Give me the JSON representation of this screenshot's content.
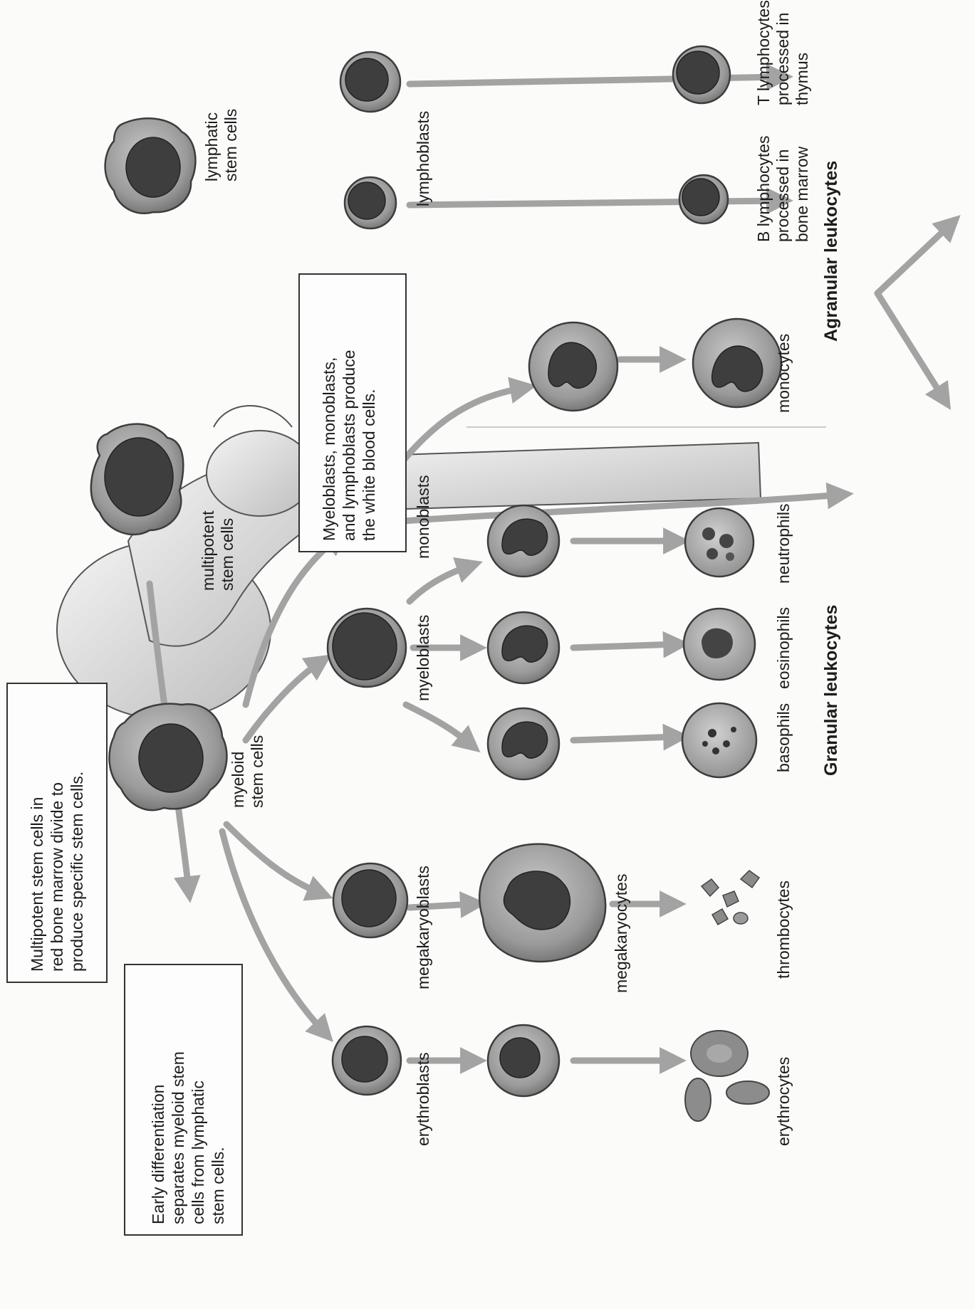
{
  "callouts": {
    "multipotent_note": [
      "Multipotent stem cells in",
      "red bone marrow divide to",
      "produce specific stem cells."
    ],
    "early_diff_note": [
      "Early differentiation",
      "separates myeloid stem",
      "cells from lymphatic",
      "stem cells."
    ],
    "wbc_note": [
      "Myeloblasts, monoblasts,",
      "and lymphoblasts produce",
      "the white blood cells."
    ]
  },
  "labels": {
    "multipotent": [
      "multipotent",
      "stem cells"
    ],
    "lymphatic": [
      "lymphatic",
      "stem cells"
    ],
    "myeloid": [
      "myeloid",
      "stem cells"
    ],
    "lymphoblasts": "lymphoblasts",
    "monoblasts": "monoblasts",
    "myeloblasts": "myeloblasts",
    "megakaryoblasts": "megakaryoblasts",
    "erythroblasts": "erythroblasts",
    "megakaryocytes": "megakaryocytes",
    "t_lymphocytes": [
      "T lymphocytes",
      "processed in",
      "thymus"
    ],
    "b_lymphocytes": [
      "B lymphocytes",
      "processed in",
      "bone marrow"
    ],
    "monocytes": "monocytes",
    "neutrophils": "neutrophils",
    "eosinophils": "eosinophils",
    "basophils": "basophils",
    "thrombocytes": "thrombocytes",
    "erythrocytes": "erythrocytes"
  },
  "groups": {
    "agranular": "Agranular leukocytes",
    "granular": "Granular leukocytes"
  },
  "colors": {
    "arrow": "#a3a3a3",
    "cytoplasm": "#9a9a9a",
    "nucleus": "#3e3e3e",
    "bone": "#dcdcdc"
  }
}
